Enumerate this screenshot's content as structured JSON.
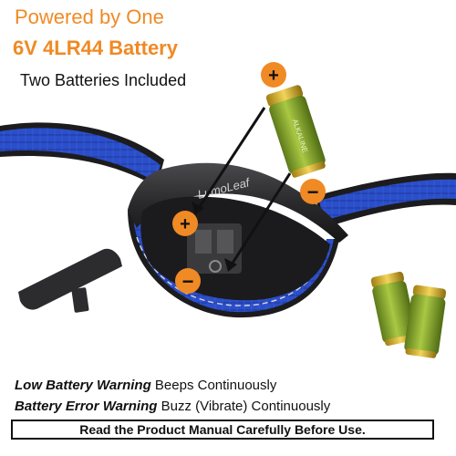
{
  "header": {
    "line1": "Powered by One",
    "line2": "6V 4LR44 Battery",
    "line3": "Two Batteries Included"
  },
  "collar": {
    "brand": "LumoLeaf",
    "strap_color": "#2b4ec9",
    "housing_color": "#2a2a2c"
  },
  "battery_labels": {
    "plus": "+",
    "minus": "−"
  },
  "battery": {
    "label": "ALKALINE",
    "body_color": "#8aa82c",
    "cap_color": "#d9b21e"
  },
  "warnings": {
    "low_label": "Low Battery Warning",
    "low_text": " Beeps Continuously",
    "error_label": "Battery Error Warning",
    "error_text": " Buzz (Vibrate) Continuously"
  },
  "footer": {
    "manual_note": "Read the Product Manual Carefully Before Use."
  },
  "colors": {
    "accent_orange": "#f08a24"
  }
}
